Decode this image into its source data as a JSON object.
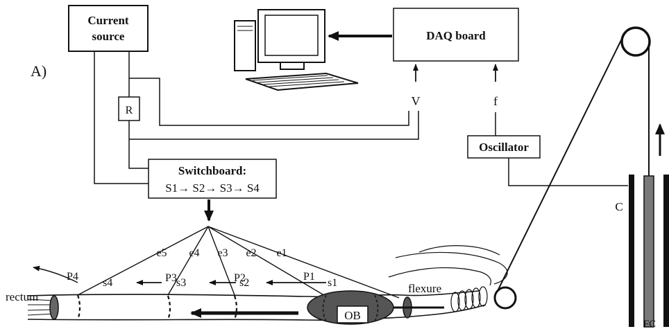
{
  "panel_label": "A)",
  "boxes": {
    "current_source": {
      "line1": "Current",
      "line2": "source"
    },
    "daq_board": "DAQ board",
    "resistor": "R",
    "oscillator": "Oscillator",
    "switchboard": {
      "title": "Switchboard:",
      "sequence": "S1→ S2→ S3→ S4"
    }
  },
  "signals": {
    "voltage": "V",
    "frequency": "f"
  },
  "electrodes": [
    "e5",
    "e4",
    "e3",
    "e2",
    "e1"
  ],
  "segments": [
    "s4",
    "s3",
    "s2",
    "s1"
  ],
  "positions": [
    "P4",
    "P3",
    "P2",
    "P1"
  ],
  "anatomy": {
    "rectum": "rectum",
    "flexure": "flexure",
    "object": "OB"
  },
  "coil_labels": {
    "c": "C",
    "fc": "FC"
  },
  "colors": {
    "ink": "#111111",
    "object_fill": "#555555",
    "rod_fill": "#7a7a7a"
  }
}
